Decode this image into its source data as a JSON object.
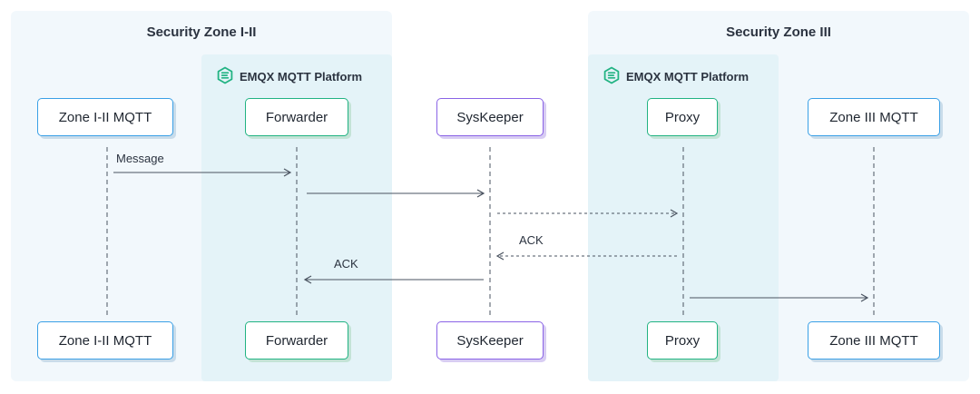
{
  "zones": {
    "left_title": "Security Zone I-II",
    "right_title": "Security Zone III"
  },
  "platforms": {
    "left_label": "EMQX MQTT Platform",
    "right_label": "EMQX MQTT Platform",
    "icon": "emqx-logo-icon"
  },
  "participants": {
    "zone12_mqtt": "Zone I-II MQTT",
    "forwarder": "Forwarder",
    "syskeeper": "SysKeeper",
    "proxy": "Proxy",
    "zone3_mqtt": "Zone III MQTT"
  },
  "messages": [
    {
      "label": "Message",
      "from": "Zone I-II MQTT",
      "to": "Forwarder",
      "style": "solid"
    },
    {
      "label": "",
      "from": "Forwarder",
      "to": "SysKeeper",
      "style": "solid"
    },
    {
      "label": "",
      "from": "SysKeeper",
      "to": "Proxy",
      "style": "dashed"
    },
    {
      "label": "ACK",
      "from": "Proxy",
      "to": "SysKeeper",
      "style": "dashed"
    },
    {
      "label": "ACK",
      "from": "SysKeeper",
      "to": "Forwarder",
      "style": "solid"
    },
    {
      "label": "",
      "from": "Proxy",
      "to": "Zone III MQTT",
      "style": "solid"
    }
  ],
  "colors": {
    "zone_bg": "#f2f8fc",
    "platform_bg": "#e4f3f8",
    "blue": "#3aa0e6",
    "green": "#22b383",
    "purple": "#8a63e6",
    "arrow": "#4a5360"
  }
}
